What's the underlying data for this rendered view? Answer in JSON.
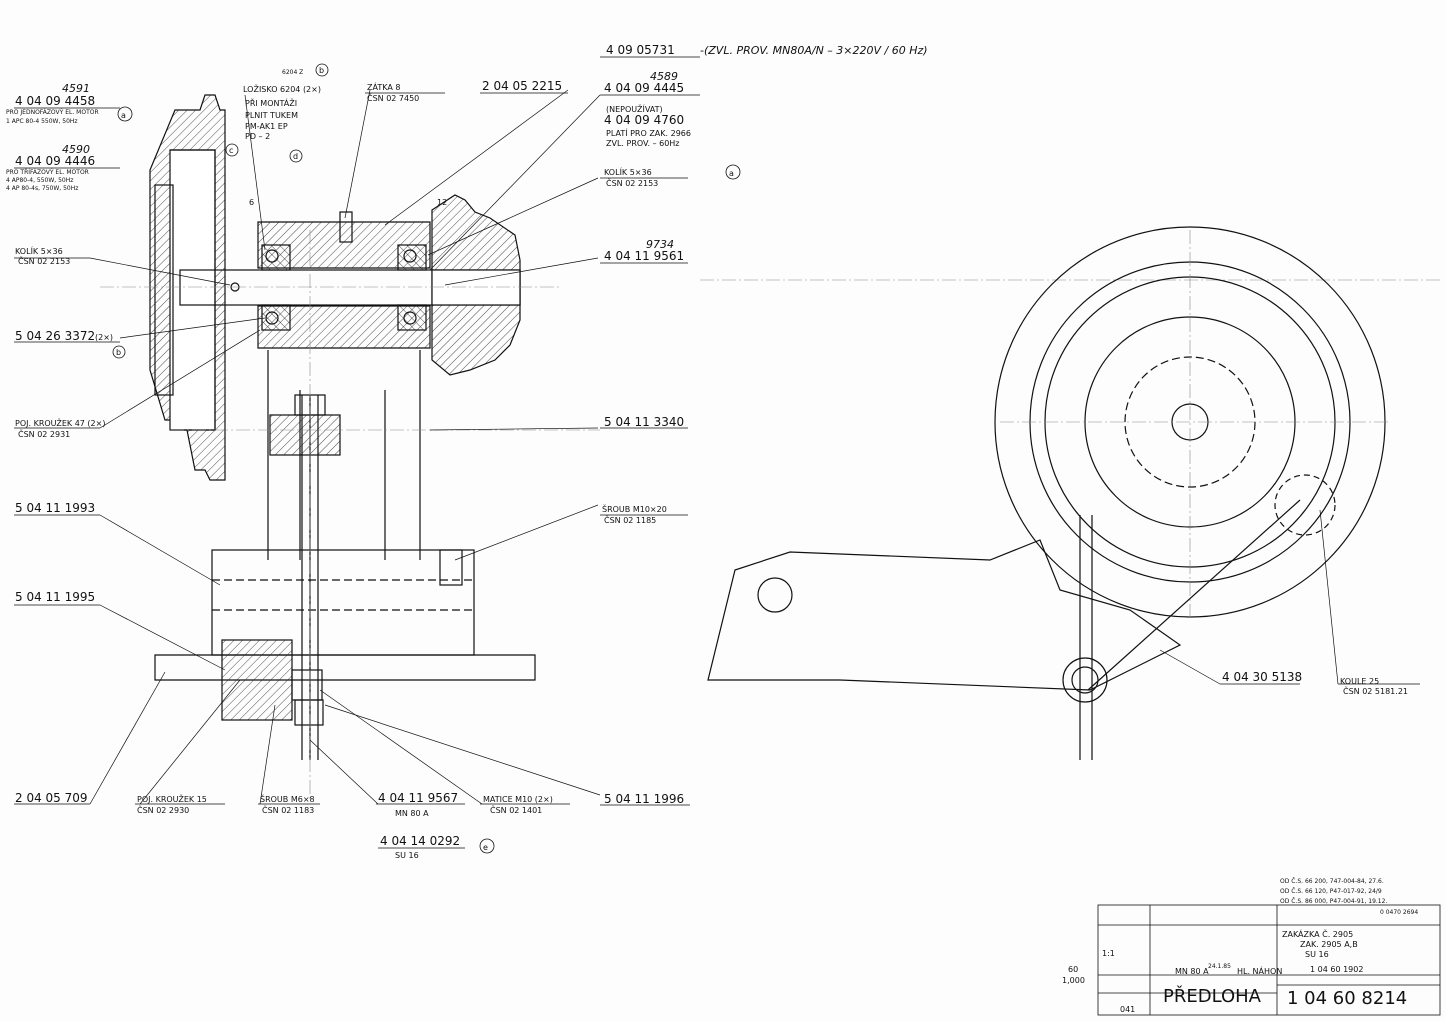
{
  "labels": {
    "top_number": "4 09 05731",
    "top_note": "-(ZVL. PROV. MN80A/N – 3×220V / 60 Hz)",
    "tr_rev": "4589",
    "tr_part": "4 04 09 4445",
    "tr_nepouzivat": "(NEPOUŽÍVAT)",
    "tr_part2": "4 04 09 4760",
    "tr_plati1": "PLATÍ PRO ZAK. 2966",
    "tr_plati2": "ZVL. PROV. – 60Hz",
    "kolik_r_1": "KOLÍK 5×36",
    "kolik_r_2": "ČSN 02 2153",
    "r_part_9734": "9734",
    "r_part_4_04_11": "4 04 11 9561",
    "r_5_04_11_3340": "5 04 11 3340",
    "sroub_r_1": "ŠROUB M10×20",
    "sroub_r_2": "ČSN 02 1185",
    "l_rev1": "4591",
    "l_part1": "4 04 09 4458",
    "l_note1a": "PRO JEDNOFÁZOVÝ EL. MOTOR",
    "l_note1b": "1 APC 80-4 550W, 50Hz",
    "l_rev2": "4590",
    "l_part2": "4 04 09 4446",
    "l_note2a": "PRO TŘÍFÁZOVÝ EL. MOTOR",
    "l_note2b": "4 AP80-4, 550W, 50Hz",
    "l_note2c": "4 AP 80-4s, 750W, 50Hz",
    "lozisko_a": "6204 Z",
    "lozisko_1": "LOŽISKO 6204 (2×)",
    "lozisko_2": "PŘI MONTÁŽI",
    "lozisko_3": "PLNIT TUKEM",
    "lozisko_4": "PM-AK1 EP",
    "lozisko_5": "PD – 2",
    "zatka_1": "ZÁTKA 8",
    "zatka_2": "ČSN 02 7450",
    "p_2_04_05_2215": "2 04 05 2215",
    "kolik_l_1": "KOLÍK 5×36",
    "kolik_l_2": "ČSN 02 2153",
    "p_5_04_26_3372": "5 04 26 3372",
    "p_2x": "(2×)",
    "poj_1": "POJ. KROUŽEK 47 (2×)",
    "poj_2": "ČSN 02 2931",
    "p_5_04_11_1993": "5 04 11 1993",
    "p_5_04_11_1995": "5 04 11 1995",
    "p_2_04_05_709": "2 04 05 709",
    "poj15_1": "POJ. KROUŽEK 15",
    "poj15_2": "ČSN 02 2930",
    "sroubm6_1": "ŠROUB M6×8",
    "sroubm6_2": "ČSN 02 1183",
    "p_4_04_11_9567": "4 04 11 9567",
    "mn80a": "MN 80 A",
    "matice_1": "MATICE M10 (2×)",
    "matice_2": "ČSN 02 1401",
    "p_5_04_11_1996": "5 04 11 1996",
    "p_4_04_14_0292": "4 04 14 0292",
    "su16": "SU 16",
    "dim_6": "6",
    "dim_12": "12",
    "p_4_04_30_5138": "4 04 30 5138",
    "koule_1": "KOULE 25",
    "koule_2": "ČSN 02 5181.21",
    "circ_a": "a",
    "circ_b": "b",
    "circ_c": "c",
    "circ_d": "d",
    "circ_e": "e"
  },
  "title_block": {
    "rev_1": "OD Č.S. 66 200, 747-004-84, 27.6. ",
    "rev_2": "OD Č.S. 66 120, P47-017-92, 24/9 ",
    "rev_3": "OD Č.S. 86 000, P47-004-91, 19.12. ",
    "ref_no": "0 0470 2694",
    "zakazka1": "ZAKÁZKA Č. 2905",
    "zakazka2": "ZAK. 2905 A,B",
    "su": "SU 16",
    "scale": "1:1",
    "date": "24.1.85",
    "product": "MN 80 A",
    "name": "HL. NÁHON",
    "old_no": "1 04 60 1902",
    "predloha": "PŘEDLOHA",
    "drawing_no": "1 04 60 8214",
    "sheet": "041",
    "margin_1": "60",
    "margin_2": "1,000"
  }
}
